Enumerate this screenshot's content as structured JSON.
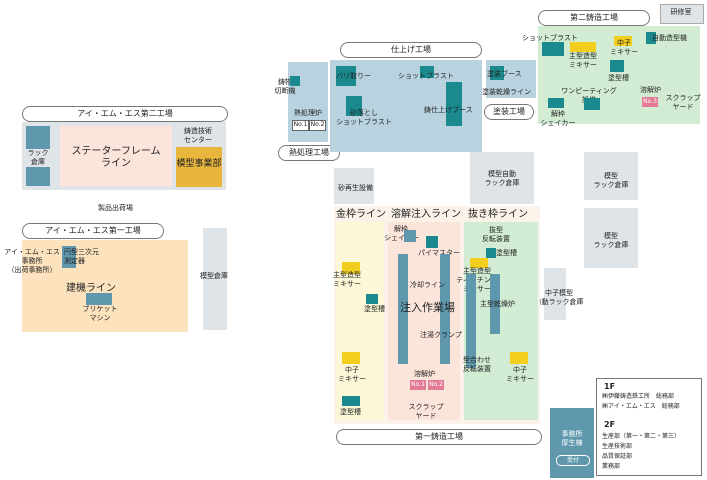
{
  "labels": {
    "factory2": "アイ・エム・エス第二工場",
    "stator_line": "ステーターフレーム\nライン",
    "rack_storage": "ラック\n倉庫",
    "casting_tech_center": "鋳造技術\nセンター",
    "mold_business": "模型事業部",
    "product_ship": "製品出荷場",
    "factory1": "アイ・エム・エス第一工場",
    "ims_office": "アイ・エム・エス\n事務所\n（出荷事務所）",
    "cmm": "円型三次元\n測定器",
    "machine_line": "建機ライン",
    "briquette": "ブリケット\nマシン",
    "mold_storage_left": "模型倉庫",
    "finishing_plant": "仕上げ工場",
    "saw": "鋳物\n切断機",
    "heat_furnace": "熱処理炉",
    "hf_no1": "No.1",
    "hf_no2": "No.2",
    "heat_plant": "熱処理工場",
    "grinder": "バリ取りー",
    "shot_blast_fin": "ショットブラスト",
    "sand_shot": "砂落とし\nショットブラスト",
    "finish_booth": "鋳仕上げブース",
    "paint_booth": "塗装ブース",
    "paint_dry": "塗装乾燥ライン",
    "paint_plant": "塗装工場",
    "casting2_plant": "第二鋳造工場",
    "lab": "研修室",
    "shot_blast2": "ショットブラスト",
    "auto_molder": "自動造型機",
    "main_mixer": "主型造型\nミキサー",
    "core_mixer": "中子\nミキサー",
    "mold_tank": "塗型槽",
    "one_piece": "ワンピーティング\n設備",
    "shakeout2": "解枠\nシェイカー",
    "melt_furnace2": "溶解炉",
    "no3": "No.3",
    "scrap_yard2": "スクラップ\nヤード",
    "sand_regen": "砂再生設備",
    "model_auto_rack": "模型自動\nラック倉庫",
    "model_rack1": "模型\nラック倉庫",
    "model_rack2": "模型\nラック倉庫",
    "core_auto_rack": "中子模型\n自動ラック倉庫",
    "frame_line": "金枠ライン",
    "pour_line": "溶解注入ライン",
    "punch_line": "抜き枠ライン",
    "shakeout1": "解枠\nシェイカー",
    "pi_master": "パイマスター",
    "flip1": "抜型\n反転装置",
    "mold_tank_p": "塗型槽",
    "main_mixer_l": "主型造型\nミキサー",
    "mold_tank_l": "塗型槽",
    "cooling_line": "冷却ライン",
    "pour_area": "注入作業場",
    "main_teeming": "主型造型\nティーチング\nミキサー",
    "mold_dryer": "主型乾燥炉",
    "pour_crane": "注湯クランプ",
    "core_mixer_l": "中子\nミキサー",
    "mold_tank_l2": "塗型槽",
    "melt_furnace1": "溶解炉",
    "mf_no1": "No.1",
    "mf_no2": "No.2",
    "scrap_yard1": "スクラップ\nヤード",
    "align_flip": "型合わせ\n反転装置",
    "core_mixer_r": "中子\nミキサー",
    "casting1_plant": "第一鋳造工場",
    "office_bldg": "事務所\n厚生棟",
    "reception": "受付"
  },
  "legend": {
    "f1_title": "1F",
    "f1_items": [
      "㈱伊藤鋳造鉄工所　総務部",
      "㈱アイ・エム・エス　総務部"
    ],
    "f2_title": "2F",
    "f2_items": [
      "生産部（第一・第二・第三）",
      "生産技術部",
      "品質保証部",
      "業務部"
    ]
  },
  "colors": {
    "teal": "#1a8a8e",
    "slate": "#5f97ad",
    "yellow": "#f2cf1f",
    "pink": "#e37a96",
    "peach": "#fbe4da",
    "orange_light": "#fce2bd",
    "green_light": "#d2ecd3",
    "blue_light": "#b8d3df",
    "gray_light": "#dfe4e8",
    "cream": "#fbf7d7"
  }
}
